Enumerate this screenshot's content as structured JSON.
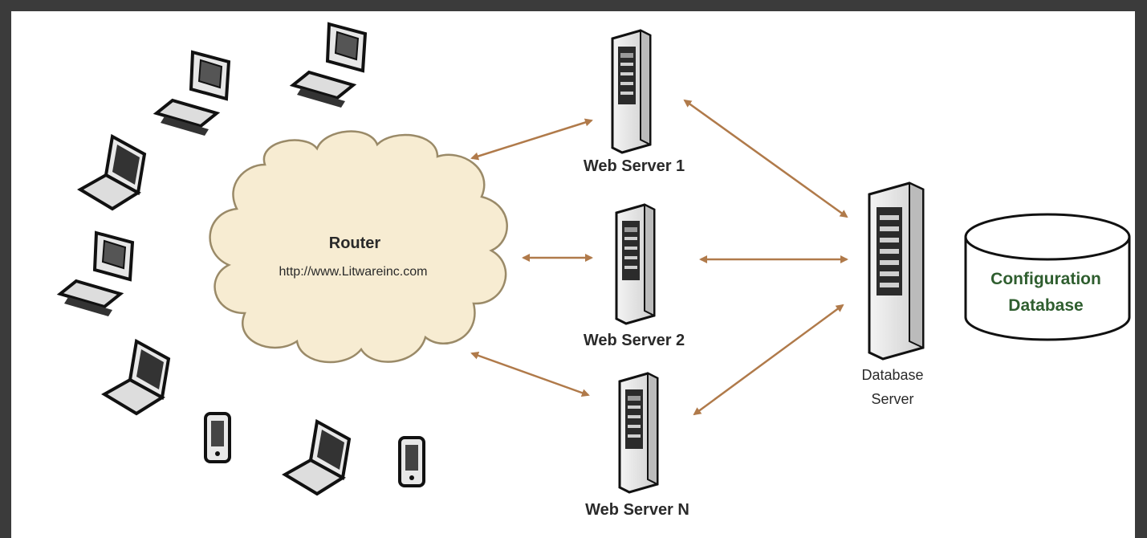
{
  "diagram": {
    "router": {
      "title": "Router",
      "url": "http://www.Litwareinc.com"
    },
    "web_servers": [
      {
        "label": "Web Server 1"
      },
      {
        "label": "Web Server 2"
      },
      {
        "label": "Web Server N"
      }
    ],
    "database_server": {
      "line1": "Database",
      "line2": "Server"
    },
    "config_db": {
      "line1": "Configuration",
      "line2": "Database"
    },
    "colors": {
      "arrow": "#b07a4a",
      "cloud_fill": "#f7ecd2",
      "cloud_stroke": "#9a8a68",
      "db_text": "#2f5e2f",
      "frame": "#3b3b3b"
    },
    "clients": [
      "desktop-icon",
      "desktop-icon",
      "laptop-icon",
      "desktop-icon",
      "laptop-icon",
      "phone-icon",
      "laptop-icon",
      "phone-icon"
    ]
  }
}
